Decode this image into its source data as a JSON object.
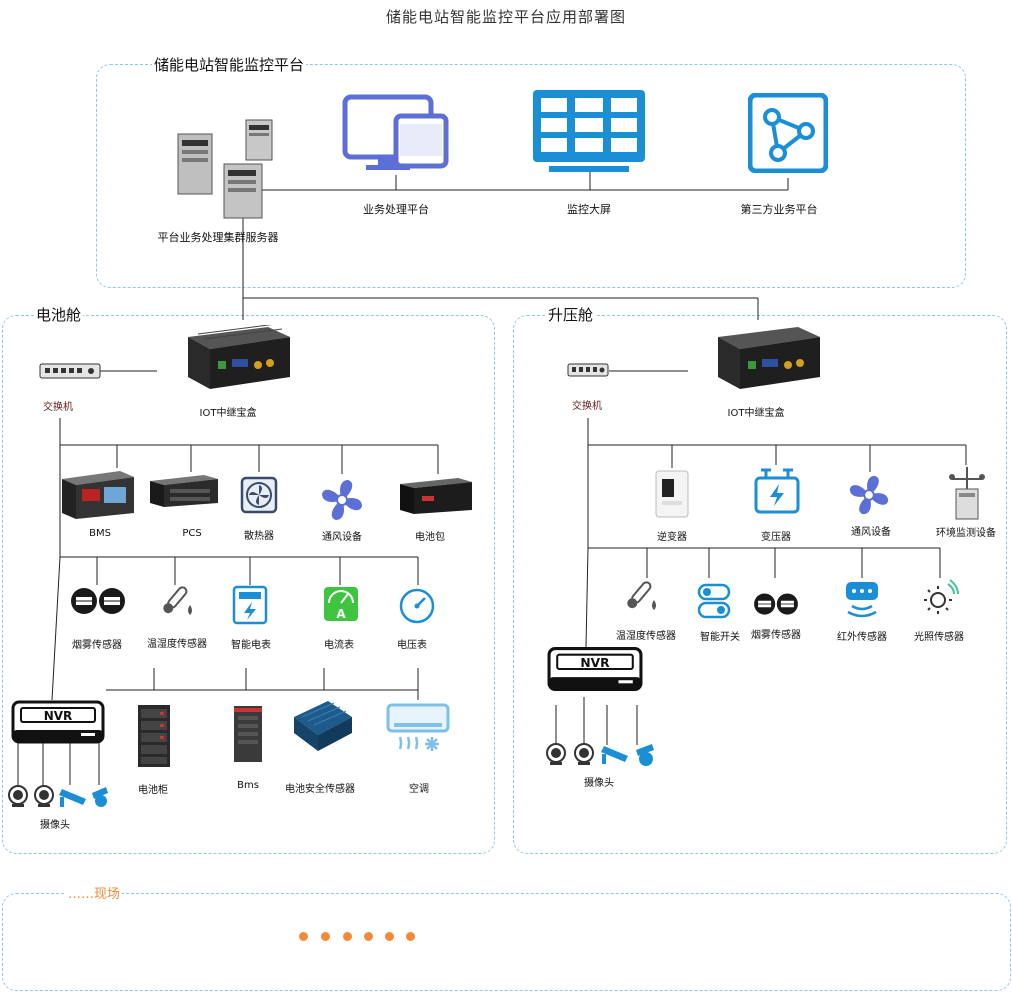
{
  "title": "储能电站智能监控平台应用部署图",
  "platform": {
    "label": "储能电站智能监控平台",
    "server_label": "平台业务处理集群服务器",
    "business_label": "业务处理平台",
    "screen_label": "监控大屏",
    "third_party_label": "第三方业务平台"
  },
  "battery_cabin": {
    "label": "电池舱",
    "switch_label": "交换机",
    "iot_label": "IOT中继宝盒",
    "row1": [
      "BMS",
      "PCS",
      "散热器",
      "通风设备",
      "电池包"
    ],
    "row2": [
      "烟雾传感器",
      "温湿度传感器",
      "智能电表",
      "电流表",
      "电压表"
    ],
    "row3": [
      "电池柜",
      "Bms",
      "电池安全传感器",
      "空调"
    ],
    "nvr_label": "NVR",
    "camera_label": "摄像头"
  },
  "boost_cabin": {
    "label": "升压舱",
    "switch_label": "交换机",
    "iot_label": "IOT中继宝盒",
    "row1": [
      "逆变器",
      "变压器",
      "通风设备",
      "环境监测设备"
    ],
    "row2": [
      "温湿度传感器",
      "智能开关",
      "烟雾传感器",
      "红外传感器",
      "光照传感器"
    ],
    "nvr_label": "NVR",
    "camera_label": "摄像头"
  },
  "site": {
    "label": "……现场"
  },
  "colors": {
    "accent_blue": "#1a8fd6",
    "icon_purple": "#5b6fd6",
    "dashed_border": "#8cc7e8",
    "site_orange": "#f28a3a"
  }
}
